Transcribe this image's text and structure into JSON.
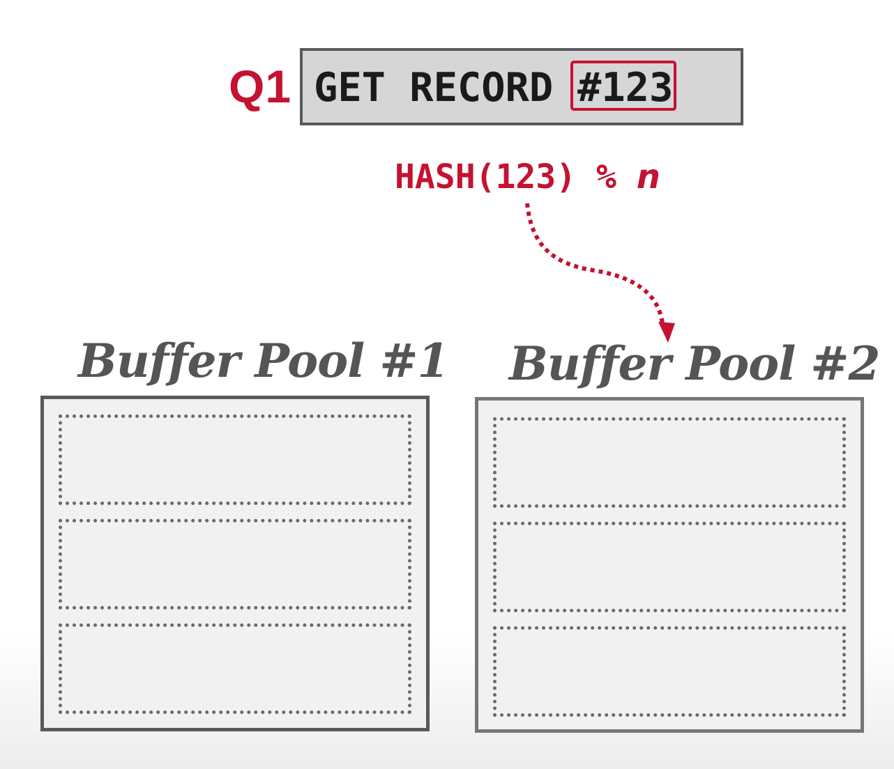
{
  "query": {
    "label": "Q1",
    "command": "GET RECORD ",
    "record_id": "#123"
  },
  "hash": {
    "expression": "HASH(123) % ",
    "variable": "n"
  },
  "buffer_pools": [
    {
      "title": "Buffer Pool #1",
      "frame_count": 3
    },
    {
      "title": "Buffer Pool #2",
      "frame_count": 3
    }
  ],
  "colors": {
    "accent_red": "#c41230",
    "query_box_fill": "#d6d6d6",
    "pool_fill": "#f1f1f1",
    "pool_title": "#555555",
    "border_dark": "#595959"
  }
}
